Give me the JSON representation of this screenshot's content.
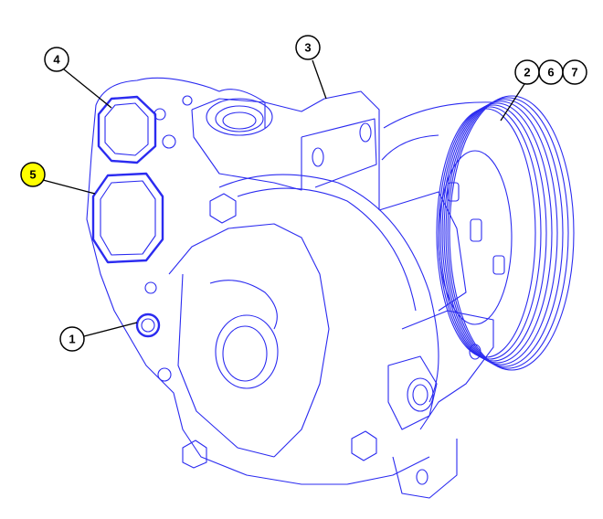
{
  "diagram": {
    "line_color": "#2b2bf0",
    "highlight_color": "#ffff00",
    "callouts": [
      {
        "label": "4",
        "highlighted": false
      },
      {
        "label": "3",
        "highlighted": false
      },
      {
        "label": "2",
        "highlighted": false
      },
      {
        "label": "6",
        "highlighted": false
      },
      {
        "label": "7",
        "highlighted": false
      },
      {
        "label": "5",
        "highlighted": true
      },
      {
        "label": "1",
        "highlighted": false
      }
    ]
  }
}
